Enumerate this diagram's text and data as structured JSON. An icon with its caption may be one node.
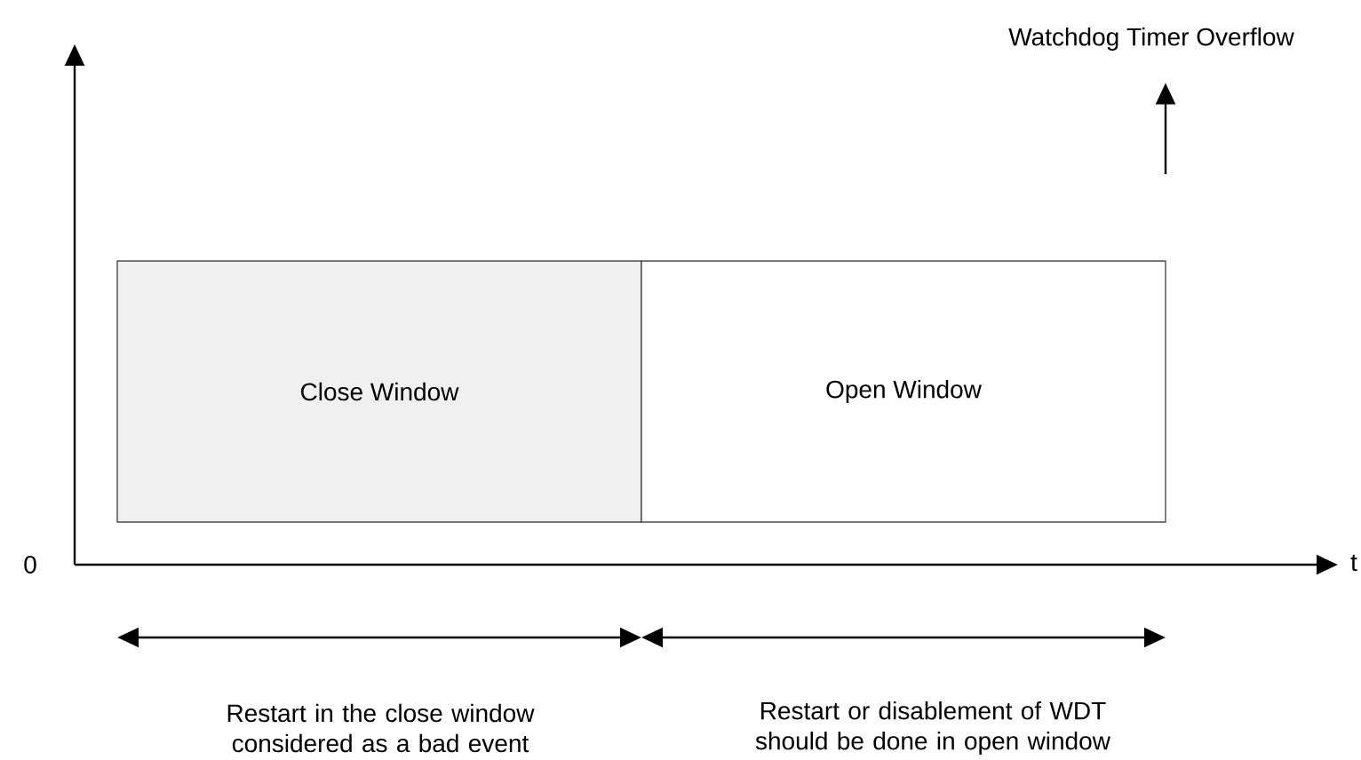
{
  "diagram": {
    "nodes": [
      {
        "text": [
          "Close Window"
        ]
      },
      {
        "text": [
          "Open Window"
        ]
      },
      {
        "text": [
          "Watchdog Timer Overflow"
        ]
      }
    ],
    "edges": [
      {
        "from": null,
        "to": 2,
        "arrow": "to"
      }
    ],
    "labels": [
      "0",
      "t",
      "Restart in the close window considered as a bad event",
      "Restart or disablement of WDT should be done in open window"
    ]
  }
}
